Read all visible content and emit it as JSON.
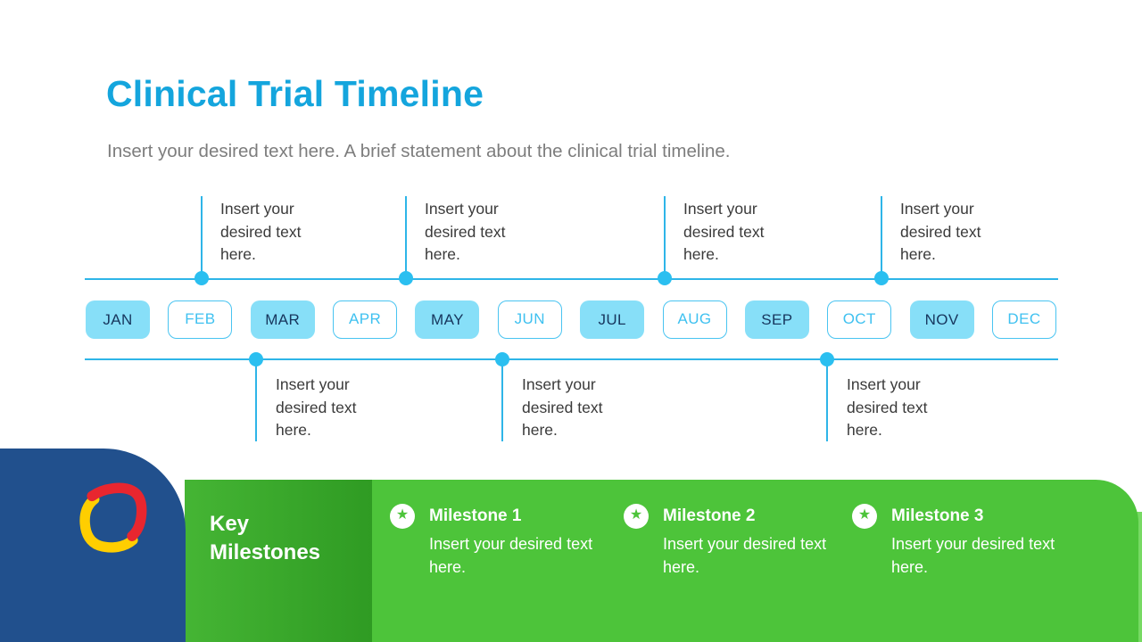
{
  "slide": {
    "title": "Clinical Trial Timeline",
    "subtitle": "Insert your desired text here. A brief statement about the clinical trial timeline."
  },
  "timeline": {
    "months": [
      {
        "label": "JAN"
      },
      {
        "label": "FEB"
      },
      {
        "label": "MAR"
      },
      {
        "label": "APR"
      },
      {
        "label": "MAY"
      },
      {
        "label": "JUN"
      },
      {
        "label": "JUL"
      },
      {
        "label": "AUG"
      },
      {
        "label": "SEP"
      },
      {
        "label": "OCT"
      },
      {
        "label": "NOV"
      },
      {
        "label": "DEC"
      }
    ],
    "callouts_top": [
      {
        "text": "Insert your desired text here."
      },
      {
        "text": "Insert your desired text here."
      },
      {
        "text": "Insert your desired text here."
      },
      {
        "text": "Insert your desired text here."
      }
    ],
    "callouts_bottom": [
      {
        "text": "Insert your desired text here."
      },
      {
        "text": "Insert your desired text here."
      },
      {
        "text": "Insert your desired text here."
      }
    ]
  },
  "milestones": {
    "panel_label": "Key Milestones",
    "items": [
      {
        "title": "Milestone 1",
        "description": "Insert your desired text here."
      },
      {
        "title": "Milestone 2",
        "description": "Insert your desired text here."
      },
      {
        "title": "Milestone 3",
        "description": "Insert your desired text here."
      }
    ]
  },
  "icons": {
    "milestone_star": "star-in-circle",
    "brand_logo": "red-yellow-squircle-swirl"
  },
  "colors": {
    "title_accent": "#14a5dd",
    "subtitle_gray": "#7d7d7d",
    "pill_fill": "#87dff8",
    "pill_text_dark": "#17365d",
    "pill_outline_cyan": "#49c4f1",
    "line_cyan": "#2eb5e8",
    "dot_cyan": "#2bbff0",
    "navy_block": "#21508d",
    "green_panel_dark": "#2f9b23",
    "green_bar": "#4dc43a",
    "logo_red": "#e8262f",
    "logo_yellow": "#ffce00"
  }
}
